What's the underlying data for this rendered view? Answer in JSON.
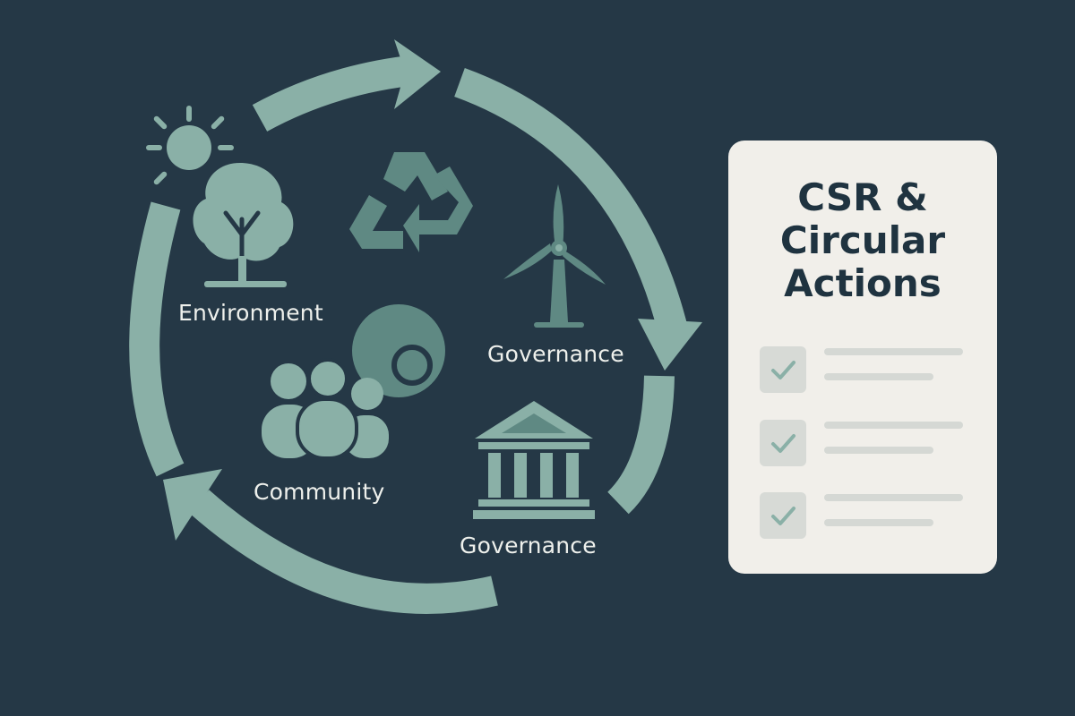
{
  "labels": {
    "environment": "Environment",
    "governance_top": "Governance",
    "community": "Community",
    "governance_bottom": "Governance"
  },
  "card": {
    "title_lines": [
      "CSR &",
      "Circular",
      "Actions"
    ],
    "checklist_count": 3
  },
  "colors": {
    "background": "#253846",
    "accent": "#8ab0a7",
    "accent_dark": "#5f8983",
    "card": "#f1efea",
    "card_text": "#1f3340",
    "label_text": "#eef0ec"
  },
  "icons": [
    "sun-icon",
    "tree-icon",
    "recycle-icon",
    "wind-turbine-icon",
    "target-icon",
    "people-icon",
    "bank-icon",
    "checkbox-icon"
  ]
}
